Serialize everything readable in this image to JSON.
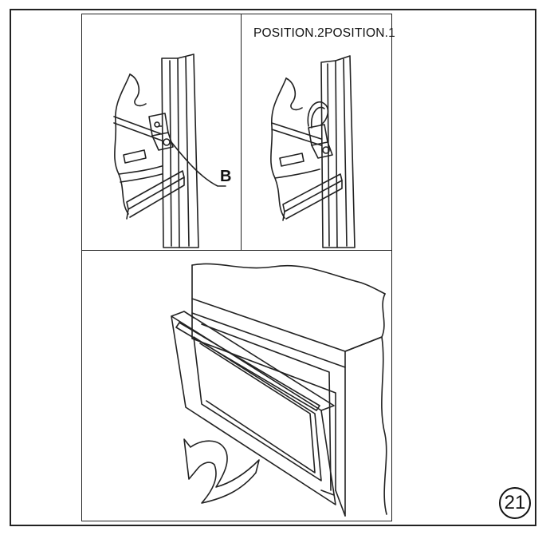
{
  "labels": {
    "positions": "POSITION.2POSITION.1",
    "part_b": "B",
    "page_number": "21"
  },
  "icons": {
    "hinge_closed": "hinge-bracket-icon",
    "hinge_open": "hinge-bracket-lever-icon",
    "oven": "built-in-oven-icon",
    "arrow": "curved-lift-arrow-icon"
  },
  "colors": {
    "line": "#222222",
    "background": "#ffffff"
  }
}
